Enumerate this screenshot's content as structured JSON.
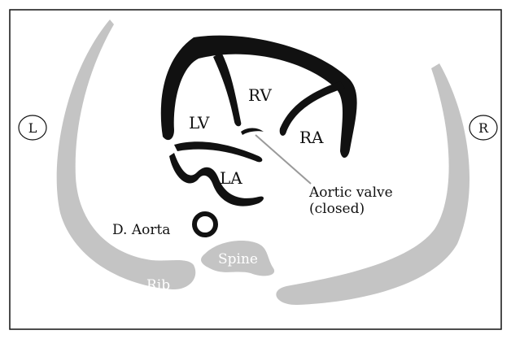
{
  "labels": {
    "left_marker": "L",
    "right_marker": "R",
    "rv": "RV",
    "lv": "LV",
    "ra": "RA",
    "la": "LA",
    "aortic_valve_line1": "Aortic valve",
    "aortic_valve_line2": "(closed)",
    "d_aorta": "D. Aorta",
    "spine": "Spine",
    "rib": "Rib"
  },
  "colors": {
    "heart_wall": "#111111",
    "bone": "#c4c4c4",
    "text": "#111111",
    "bone_text": "#ffffff",
    "frame": "#111111"
  }
}
